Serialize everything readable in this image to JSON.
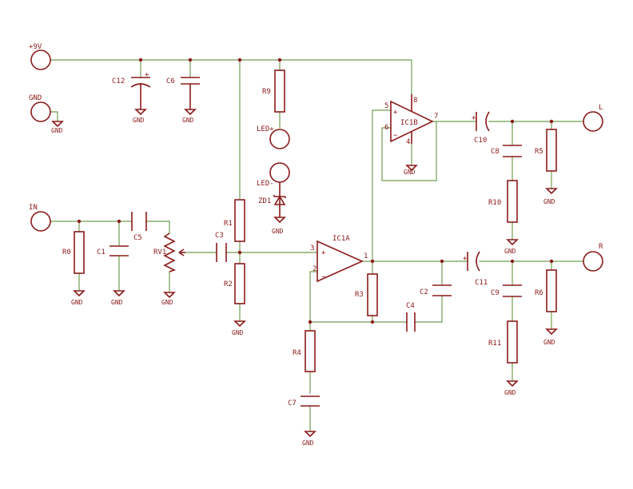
{
  "connectors": {
    "vcc": "+9V",
    "gnd": "GND",
    "in": "IN",
    "left": "L",
    "right": "R"
  },
  "gnd_label": "GND",
  "components": {
    "c12": "C12",
    "c6": "C6",
    "r9": "R9",
    "led_pos": "LED+",
    "led_neg": "LED-",
    "zd1": "ZD1",
    "r0": "R0",
    "c1": "C1",
    "c5": "C5",
    "rv1": "RV1",
    "c3": "C3",
    "r1": "R1",
    "r2": "R2",
    "ic1a": "IC1A",
    "ic1b": "IC1B",
    "r3": "R3",
    "c2": "C2",
    "c4": "C4",
    "r4": "R4",
    "c7": "C7",
    "c10": "C10",
    "c8": "C8",
    "r10": "R10",
    "r5": "R5",
    "c11": "C11",
    "c9": "C9",
    "r11": "R11",
    "r6": "R6"
  },
  "pins": {
    "ic1a_in_pos": "3",
    "ic1a_in_neg": "2",
    "ic1a_out": "1",
    "ic1b_in_pos": "5",
    "ic1b_in_neg": "6",
    "ic1b_out": "7",
    "ic1b_vcc": "8",
    "ic1b_gnd": "4",
    "plus": "+",
    "minus": "−"
  }
}
